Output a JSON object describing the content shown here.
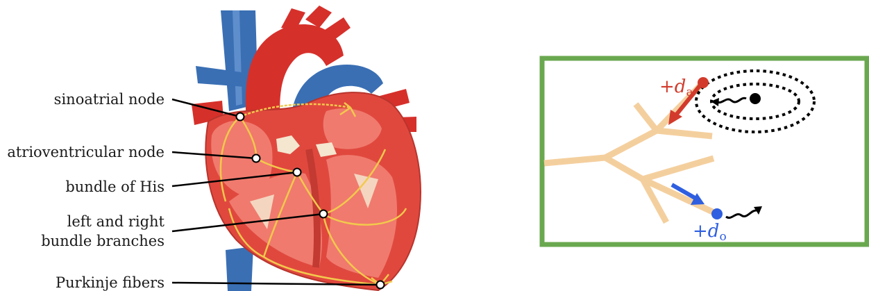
{
  "heart_panel": {
    "labels": {
      "sa_node": "sinoatrial node",
      "av_node": "atrioventricular node",
      "his": "bundle of His",
      "branches_line1": "left and right",
      "branches_line2": "bundle branches",
      "purkinje": "Purkinje fibers"
    },
    "colors": {
      "muscle": "#e0483e",
      "muscle_light": "#f07a6e",
      "vein": "#3a6fb4",
      "vein_dark": "#2a4f8f",
      "conduction": "#f2c94c",
      "valve": "#f4e6cf"
    }
  },
  "tree_panel": {
    "frame_color": "#6aa84f",
    "branch_color": "#f4cf9e",
    "upper_tip": {
      "sign": "+",
      "symbol": "d",
      "sub": "a",
      "color": "#d23b2c"
    },
    "lower_tip": {
      "sign": "+",
      "symbol": "d",
      "sub": "o",
      "color": "#2f5fe0"
    }
  }
}
